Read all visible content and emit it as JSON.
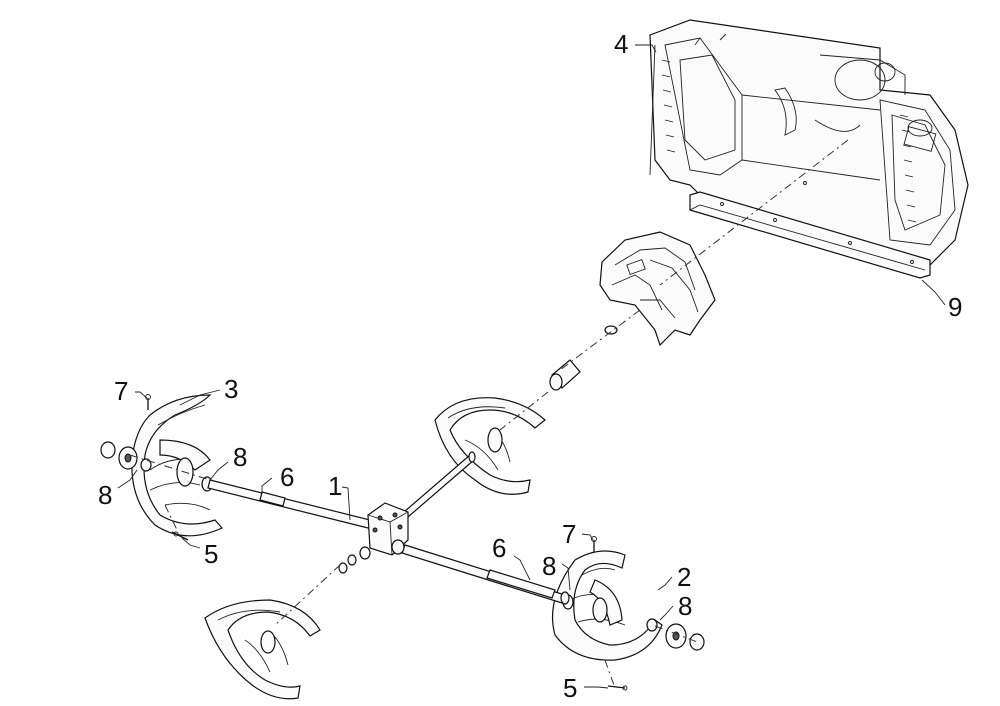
{
  "diagram": {
    "callouts": [
      {
        "id": "c4",
        "label": "4"
      },
      {
        "id": "c9",
        "label": "9"
      },
      {
        "id": "c7a",
        "label": "7"
      },
      {
        "id": "c3",
        "label": "3"
      },
      {
        "id": "c8a",
        "label": "8"
      },
      {
        "id": "c8b",
        "label": "8"
      },
      {
        "id": "c6a",
        "label": "6"
      },
      {
        "id": "c1",
        "label": "1"
      },
      {
        "id": "c5a",
        "label": "5"
      },
      {
        "id": "c6b",
        "label": "6"
      },
      {
        "id": "c7b",
        "label": "7"
      },
      {
        "id": "c8c",
        "label": "8"
      },
      {
        "id": "c2",
        "label": "2"
      },
      {
        "id": "c8d",
        "label": "8"
      },
      {
        "id": "c5b",
        "label": "5"
      }
    ]
  }
}
